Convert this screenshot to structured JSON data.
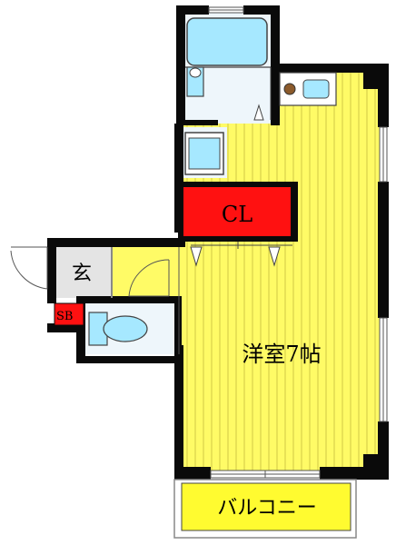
{
  "floor_plan": {
    "rooms": {
      "western_room": {
        "label": "洋室7帖"
      },
      "closet": {
        "label": "CL"
      },
      "entrance": {
        "label": "玄"
      },
      "shoe_box": {
        "label": "SB"
      },
      "balcony": {
        "label": "バルコニー"
      }
    },
    "colors": {
      "floor_yellow": "#fffb66",
      "floor_stripe": "#d9d24a",
      "wall": "#0a0a0a",
      "closet_red": "#ff1111",
      "fixture_blue": "#a6e8ff",
      "wet_area": "#eef6fb",
      "entrance_gray": "#e4e4e4",
      "balcony_yellow": "#fffb30"
    }
  }
}
